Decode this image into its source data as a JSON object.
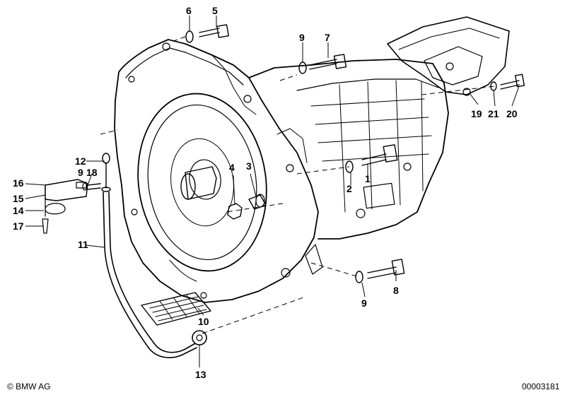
{
  "callouts": [
    {
      "id": "c1",
      "text": "1"
    },
    {
      "id": "c2",
      "text": "2"
    },
    {
      "id": "c3",
      "text": "3"
    },
    {
      "id": "c4",
      "text": "4"
    },
    {
      "id": "c5",
      "text": "5"
    },
    {
      "id": "c6",
      "text": "6"
    },
    {
      "id": "c7",
      "text": "7"
    },
    {
      "id": "c8",
      "text": "8"
    },
    {
      "id": "c9a",
      "text": "9"
    },
    {
      "id": "c9b",
      "text": "9"
    },
    {
      "id": "c9c",
      "text": "9"
    },
    {
      "id": "c10",
      "text": "10"
    },
    {
      "id": "c11",
      "text": "11"
    },
    {
      "id": "c12",
      "text": "12"
    },
    {
      "id": "c13",
      "text": "13"
    },
    {
      "id": "c14",
      "text": "14"
    },
    {
      "id": "c15",
      "text": "15"
    },
    {
      "id": "c16",
      "text": "16"
    },
    {
      "id": "c17",
      "text": "17"
    },
    {
      "id": "c18",
      "text": "18"
    },
    {
      "id": "c19",
      "text": "19"
    },
    {
      "id": "c20",
      "text": "20"
    },
    {
      "id": "c21",
      "text": "21"
    }
  ],
  "footer": {
    "brand": "© BMW AG",
    "code": "00003181"
  }
}
